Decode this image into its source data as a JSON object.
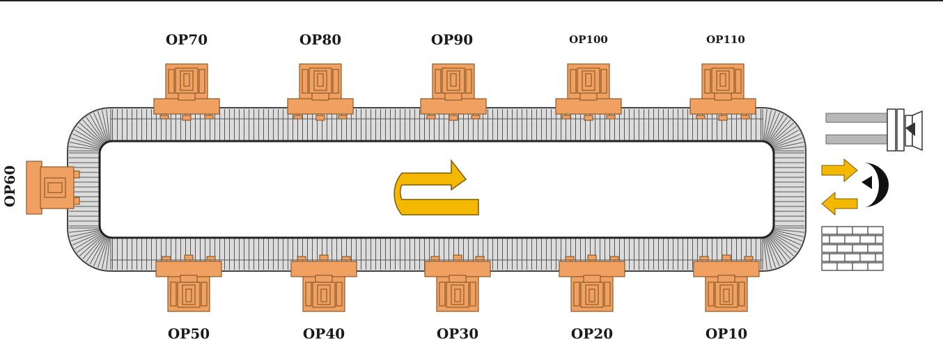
{
  "stations": {
    "top": [
      {
        "id": "op70",
        "label": "OP70"
      },
      {
        "id": "op80",
        "label": "OP80"
      },
      {
        "id": "op90",
        "label": "OP90"
      },
      {
        "id": "op100",
        "label": "OP100"
      },
      {
        "id": "op110",
        "label": "OP110"
      }
    ],
    "bottom": [
      {
        "id": "op50",
        "label": "OP50"
      },
      {
        "id": "op40",
        "label": "OP40"
      },
      {
        "id": "op30",
        "label": "OP30"
      },
      {
        "id": "op20",
        "label": "OP20"
      },
      {
        "id": "op10",
        "label": "OP10"
      }
    ],
    "left": {
      "id": "op60",
      "label": "OP60"
    }
  },
  "colors": {
    "machine_fill": "#f0a060",
    "machine_stroke": "#8a5a2b",
    "conveyor_fill": "#d8d8d8",
    "conveyor_stroke": "#555555",
    "flow_arrow": "#f4b800",
    "loader": "#b8b8b8"
  },
  "icons": {
    "flow_direction": "u-turn-arrow-icon",
    "load_in": "arrow-right-icon",
    "unload_out": "arrow-left-icon",
    "robot": "robot-gripper-icon",
    "loader": "gantry-loader-icon",
    "pallet_rack": "pallet-stack-icon"
  }
}
